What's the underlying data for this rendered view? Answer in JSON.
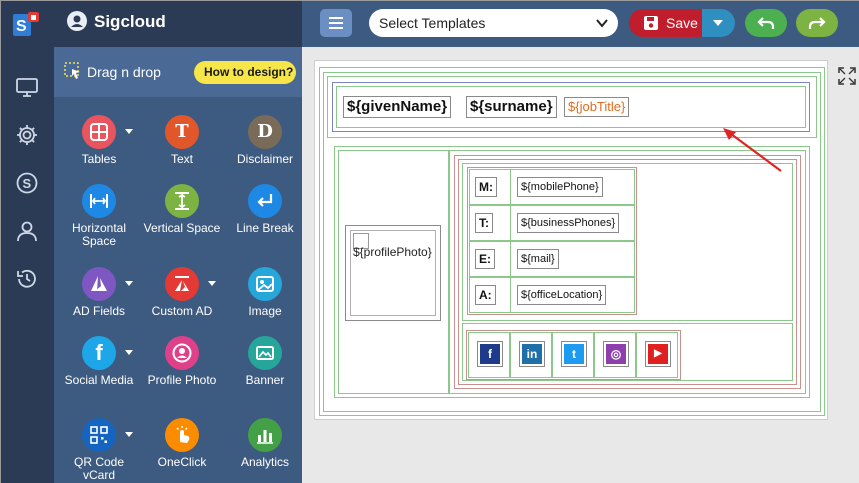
{
  "topbar": {
    "app_name": "Sigcloud",
    "template_select": {
      "value": "Select Templates"
    },
    "save_label": "Save",
    "colors": {
      "brand": "#2b3a55",
      "bar": "#3d5a80",
      "save": "#c01e2d",
      "undo": "#4caf50",
      "redo": "#7cb342"
    }
  },
  "rail": {
    "items": [
      {
        "icon": "monitor-icon"
      },
      {
        "icon": "gear-icon"
      },
      {
        "icon": "dollar-icon"
      },
      {
        "icon": "user-icon"
      },
      {
        "icon": "history-icon"
      }
    ]
  },
  "panel": {
    "title": "Drag n drop",
    "help_label": "How to design?",
    "tools": [
      {
        "label": "Tables",
        "color": "#e9545f",
        "icon": "table-icon",
        "caret": true
      },
      {
        "label": "Text",
        "color": "#e2572a",
        "icon": "text-icon",
        "glyph": "T"
      },
      {
        "label": "Disclaimer",
        "color": "#7a6a58",
        "icon": "disclaimer-icon",
        "glyph": "D"
      },
      {
        "label": "Horizontal Space",
        "color": "#1e88e5",
        "icon": "horizontal-space-icon"
      },
      {
        "label": "Vertical Space",
        "color": "#7cb342",
        "icon": "vertical-space-icon"
      },
      {
        "label": "Line Break",
        "color": "#1e88e5",
        "icon": "line-break-icon"
      },
      {
        "label": "AD Fields",
        "color": "#7e57c2",
        "icon": "azure-icon",
        "caret": true
      },
      {
        "label": "Custom AD",
        "color": "#e53935",
        "icon": "custom-ad-icon",
        "caret": true
      },
      {
        "label": "Image",
        "color": "#26a6d9",
        "icon": "image-icon"
      },
      {
        "label": "Social Media",
        "color": "#1ea7e8",
        "icon": "facebook-icon",
        "glyph": "f",
        "caret": true
      },
      {
        "label": "Profile Photo",
        "color": "#e0408a",
        "icon": "profile-photo-icon"
      },
      {
        "label": "Banner",
        "color": "#26a69a",
        "icon": "banner-icon"
      },
      {
        "label": "QR Code vCard",
        "color": "#1565c0",
        "icon": "qr-code-icon",
        "caret": true
      },
      {
        "label": "OneClick",
        "color": "#fb8c00",
        "icon": "click-icon"
      },
      {
        "label": "Analytics",
        "color": "#43a047",
        "icon": "analytics-icon"
      }
    ]
  },
  "signature": {
    "given_name": "${givenName}",
    "surname": "${surname}",
    "job_title": "${jobTitle}",
    "profile_photo": "${profilePhoto}",
    "contacts": [
      {
        "label": "M:",
        "value": "${mobilePhone}"
      },
      {
        "label": "T:",
        "value": "${businessPhones}"
      },
      {
        "label": "E:",
        "value": "${mail}"
      },
      {
        "label": "A:",
        "value": "${officeLocation}"
      }
    ],
    "social": [
      {
        "icon": "facebook-icon",
        "color": "#1e3a8a",
        "glyph": "f"
      },
      {
        "icon": "linkedin-icon",
        "color": "#1f6fa8",
        "glyph": "in"
      },
      {
        "icon": "twitter-icon",
        "color": "#1d9bf0",
        "glyph": "t"
      },
      {
        "icon": "instagram-icon",
        "color": "#8e3fae",
        "glyph": "◎"
      },
      {
        "icon": "youtube-icon",
        "color": "#e02020",
        "glyph": "▶"
      }
    ]
  }
}
